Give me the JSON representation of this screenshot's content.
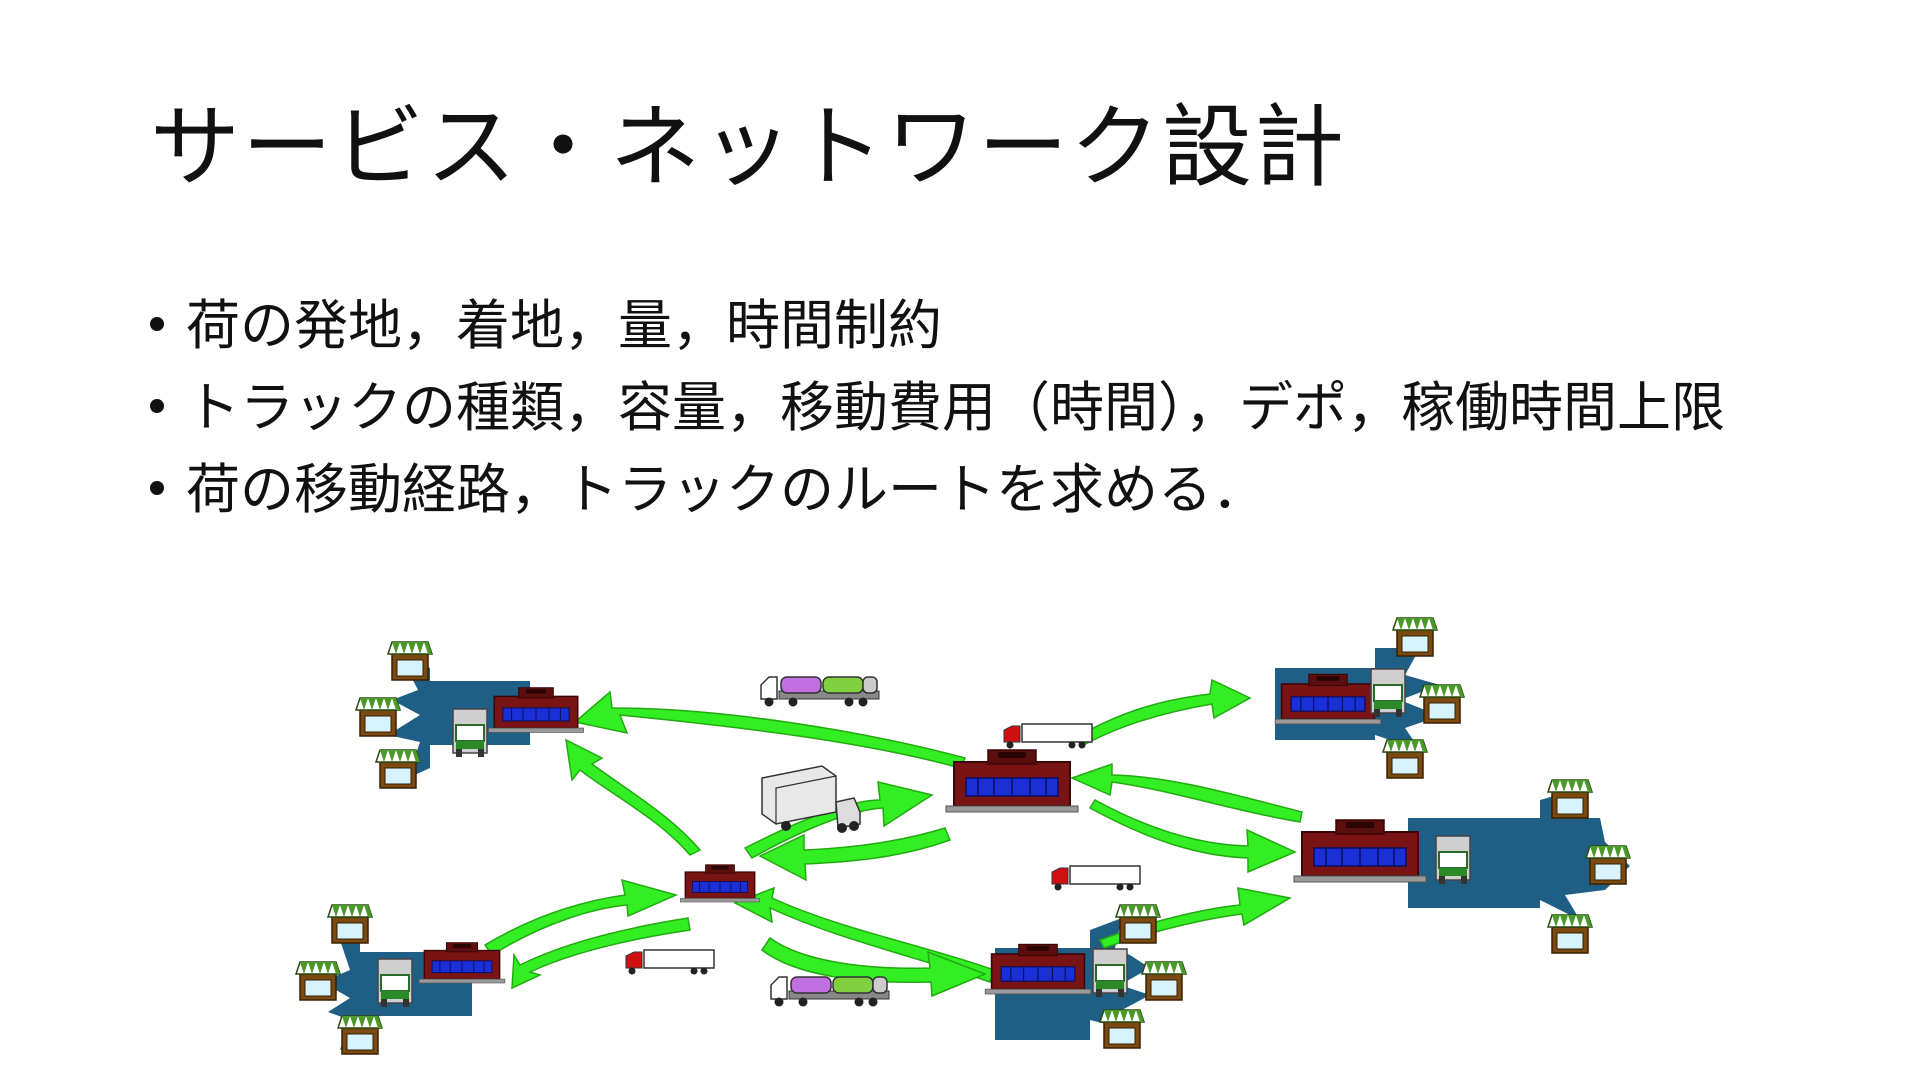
{
  "title": "サービス・ネットワーク設計",
  "bullets": [
    "荷の発地，着地，量，時間制約",
    "トラックの種類，容量，移動費用（時間），デポ，稼働時間上限",
    "荷の移動経路，トラックのルートを求める．"
  ],
  "colors": {
    "arrow": "#33ee22",
    "arrow_edge": "#22aa11",
    "region": "#1f5f85",
    "depot_roof": "#7a1414",
    "depot_window": "#1a2fd6",
    "store_awning": "#4a9a2a",
    "store_frame": "#7a4a10"
  }
}
